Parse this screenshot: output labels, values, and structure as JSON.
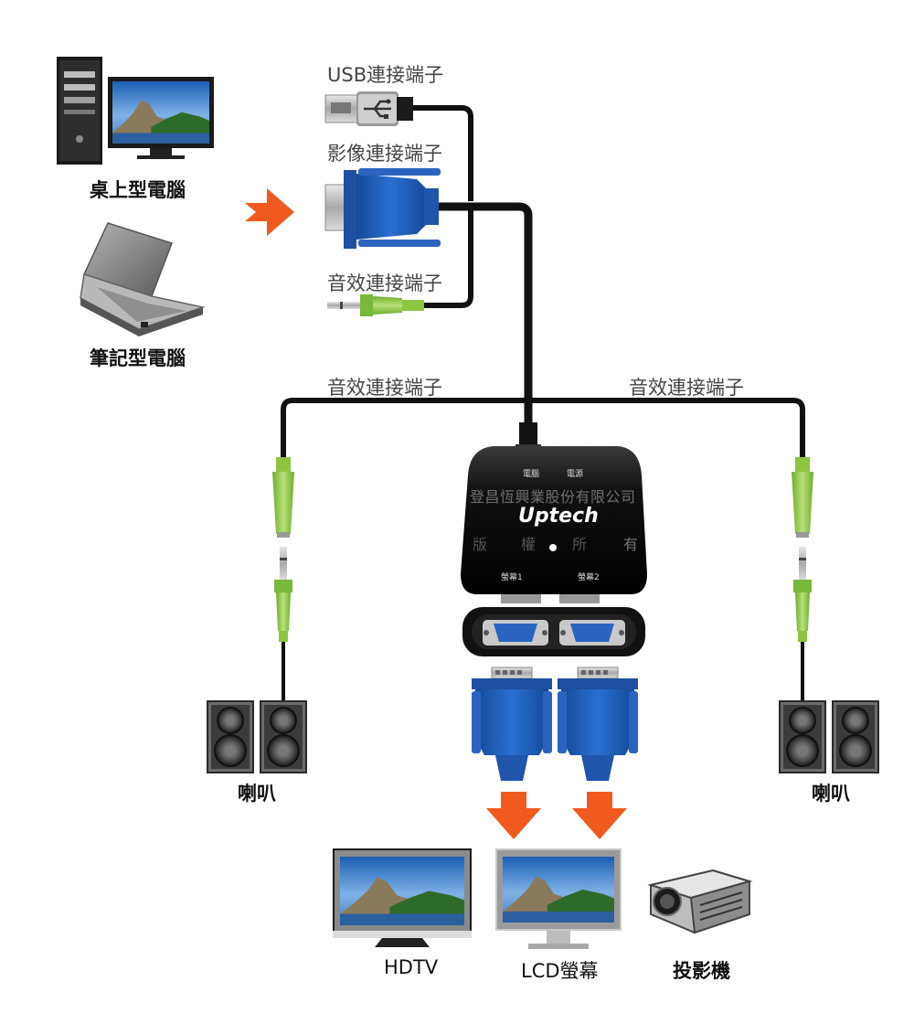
{
  "sources": {
    "desktop": "桌上型電腦",
    "laptop": "筆記型電腦"
  },
  "connectors": {
    "usb": "USB連接端子",
    "video": "影像連接端子",
    "audio_in": "音效連接端子",
    "audio_left": "音效連接端子",
    "audio_right": "音效連接端子"
  },
  "device": {
    "brand": "Uptech",
    "led_pc": "電腦",
    "led_power": "電源",
    "port1": "螢幕1",
    "port2": "螢幕2",
    "watermark_company": "登昌恆興業股份有限公司",
    "watermark_rights": [
      "版",
      "權",
      "所",
      "有"
    ]
  },
  "speakers": {
    "left": "喇叭",
    "right": "喇叭"
  },
  "outputs": {
    "hdtv": "HDTV",
    "lcd": "LCD螢幕",
    "projector": "投影機"
  },
  "colors": {
    "arrow": "#f05a1e",
    "vga_blue": "#1c5bb8",
    "audio_green": "#8cc63f",
    "cable": "#111111"
  }
}
